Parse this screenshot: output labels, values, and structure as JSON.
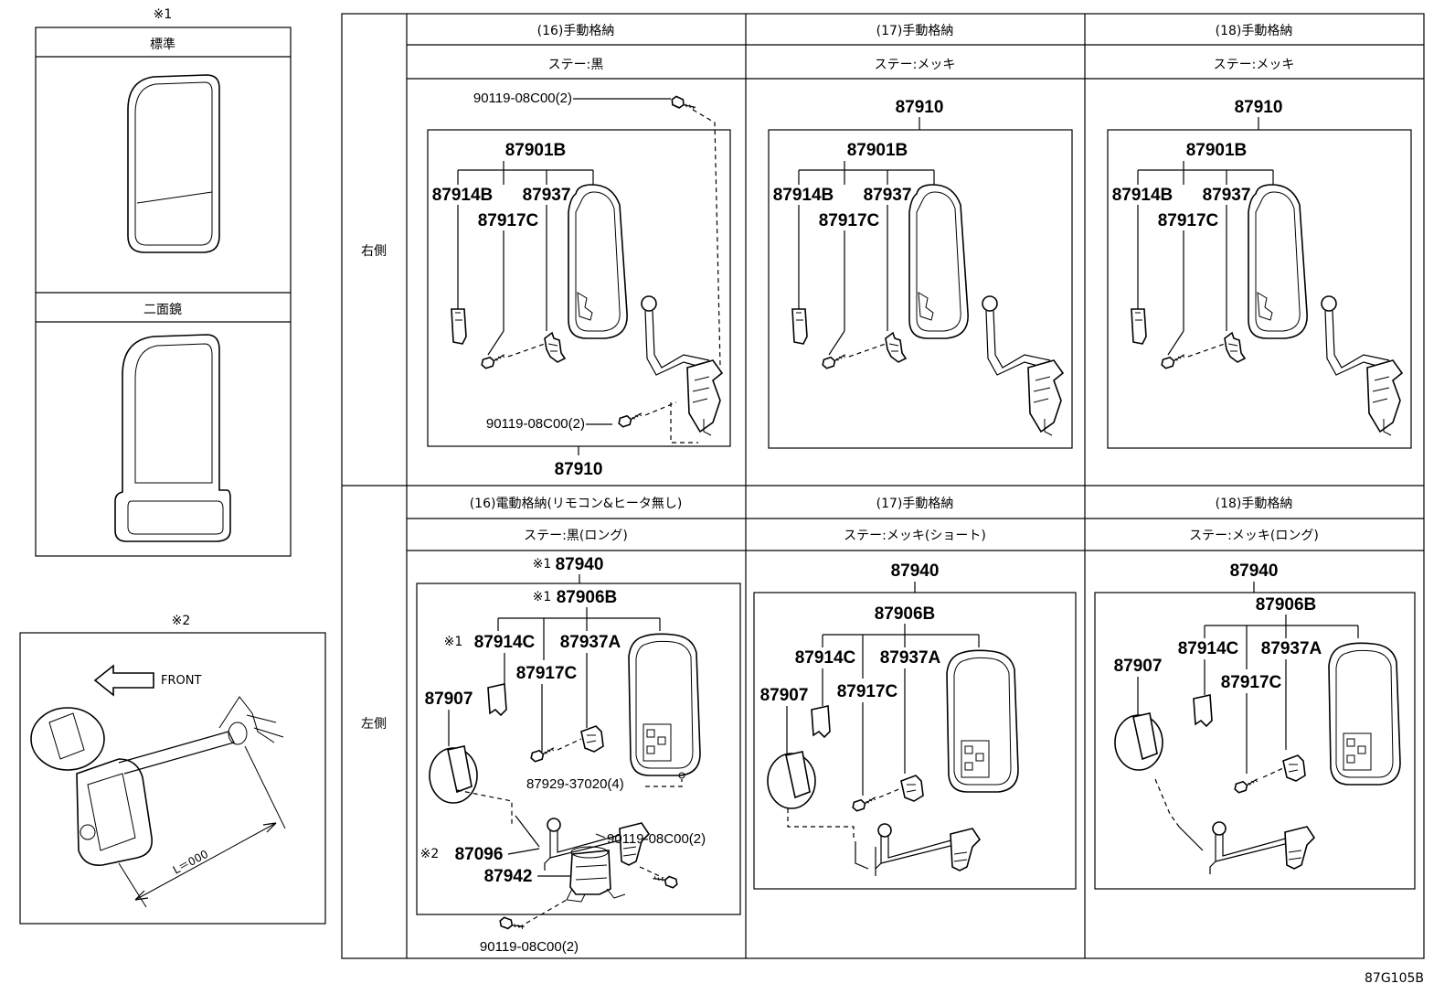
{
  "legend": {
    "note1_mark": "※1",
    "standard_label": "標準",
    "dual_label": "二面鏡",
    "note2_mark": "※2",
    "front_label": "FRONT",
    "length_label": "L＝000"
  },
  "table": {
    "right_side_label": "右側",
    "left_side_label": "左側",
    "right": [
      {
        "type": "(16)手動格納",
        "stay": "ステー:黒"
      },
      {
        "type": "(17)手動格納",
        "stay": "ステー:メッキ"
      },
      {
        "type": "(18)手動格納",
        "stay": "ステー:メッキ"
      }
    ],
    "left": [
      {
        "type": "(16)電動格納(リモコン&ヒータ無し)",
        "stay": "ステー:黒(ロング)"
      },
      {
        "type": "(17)手動格納",
        "stay": "ステー:メッキ(ショート)"
      },
      {
        "type": "(18)手動格納",
        "stay": "ステー:メッキ(ロング)"
      }
    ]
  },
  "parts": {
    "r16_bolt_top": "90119-08C00(2)",
    "r16_assy": "87901B",
    "r16_p1": "87914B",
    "r16_p2": "87937",
    "r16_p3": "87917C",
    "r16_bolt_bottom": "90119-08C00(2)",
    "r16_outer": "87910",
    "r17_outer": "87910",
    "r17_assy": "87901B",
    "r17_p1": "87914B",
    "r17_p2": "87937",
    "r17_p3": "87917C",
    "r18_outer": "87910",
    "r18_assy": "87901B",
    "r18_p1": "87914B",
    "r18_p2": "87937",
    "r18_p3": "87917C",
    "l16_outer_mark": "※1",
    "l16_outer": "87940",
    "l16_assy_mark": "※1",
    "l16_assy": "87906B",
    "l16_p1_mark": "※1",
    "l16_p1": "87914C",
    "l16_p2": "87937A",
    "l16_p3": "87917C",
    "l16_p4": "87907",
    "l16_screw": "87929-37020(4)",
    "l16_bolt": "90119-08C00(2)",
    "l16_stay_mark": "※2",
    "l16_stay": "87096",
    "l16_motor": "87942",
    "l16_bolt_bottom": "90119-08C00(2)",
    "l17_outer": "87940",
    "l17_assy": "87906B",
    "l17_p1": "87914C",
    "l17_p2": "87937A",
    "l17_p3": "87917C",
    "l17_p4": "87907",
    "l18_outer": "87940",
    "l18_assy": "87906B",
    "l18_p1": "87914C",
    "l18_p2": "87937A",
    "l18_p3": "87917C",
    "l18_p4": "87907"
  },
  "diagram_code": "87G105B"
}
